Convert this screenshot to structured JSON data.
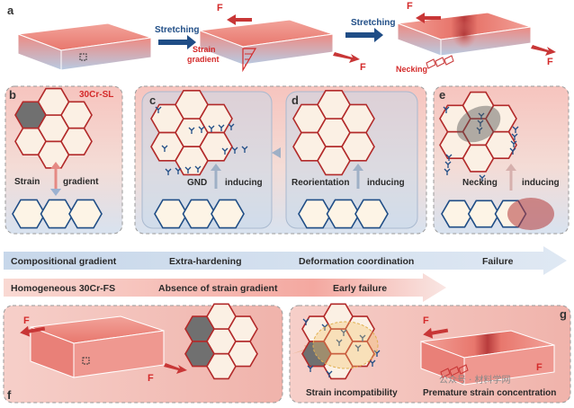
{
  "panel_letters": {
    "a": "a",
    "b": "b",
    "c": "c",
    "d": "d",
    "e": "e",
    "f": "f",
    "g": "g"
  },
  "top": {
    "force": "F",
    "stretching_1": "Stretching",
    "stretching_2": "Stretching",
    "strain_gradient": "Strain gradient",
    "strain_gradient_line1": "Strain",
    "strain_gradient_line2": "gradient",
    "necking": "Necking"
  },
  "panel_b": {
    "title": "30Cr-SL",
    "strain": "Strain",
    "gradient": "gradient"
  },
  "panel_c": {
    "gnd": "GND",
    "inducing": "inducing"
  },
  "panel_d": {
    "reorientation": "Reorientation",
    "inducing": "inducing"
  },
  "panel_e": {
    "necking": "Necking",
    "inducing": "inducing"
  },
  "row1": {
    "label": "Compositional gradient",
    "stage1": "Extra-hardening",
    "stage2": "Deformation coordination",
    "stage3": "Failure"
  },
  "row2": {
    "label": "Homogeneous 30Cr-FS",
    "stage1": "Absence of strain gradient",
    "stage2": "Early failure"
  },
  "bottom": {
    "strain_incompat": "Strain incompatibility",
    "premature": "Premature strain concentration",
    "watermark": "公众号 · 材料学网"
  },
  "colors": {
    "red": "#d42a2a",
    "blue": "#1f4d86",
    "pink_panel": "#f7c9c4",
    "blue_panel": "#cfdcec",
    "grey_grain": "#6f6f6f"
  }
}
